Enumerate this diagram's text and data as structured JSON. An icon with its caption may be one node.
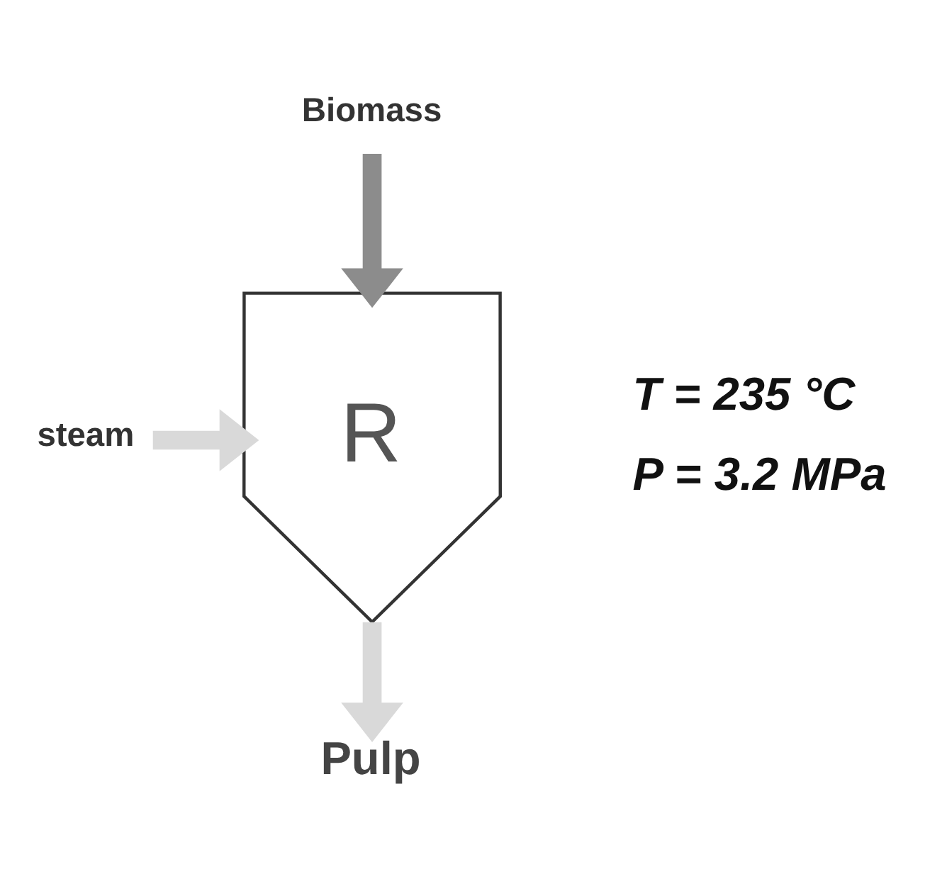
{
  "diagram": {
    "nodes": [
      {
        "text": [
          "Biomass"
        ]
      },
      {
        "text": [
          "steam"
        ]
      },
      {
        "text": [
          "R"
        ],
        "beside": [
          "T = 235 °C",
          "P = 3.2 MPa"
        ]
      },
      {
        "text": [
          "Pulp"
        ]
      }
    ],
    "edges": [
      {
        "from": 0,
        "to": 2,
        "arrow": "to",
        "color": "#8c8c8c"
      },
      {
        "from": 1,
        "to": 2,
        "arrow": "to"
      },
      {
        "from": 2,
        "to": 3,
        "arrow": "to"
      }
    ]
  }
}
